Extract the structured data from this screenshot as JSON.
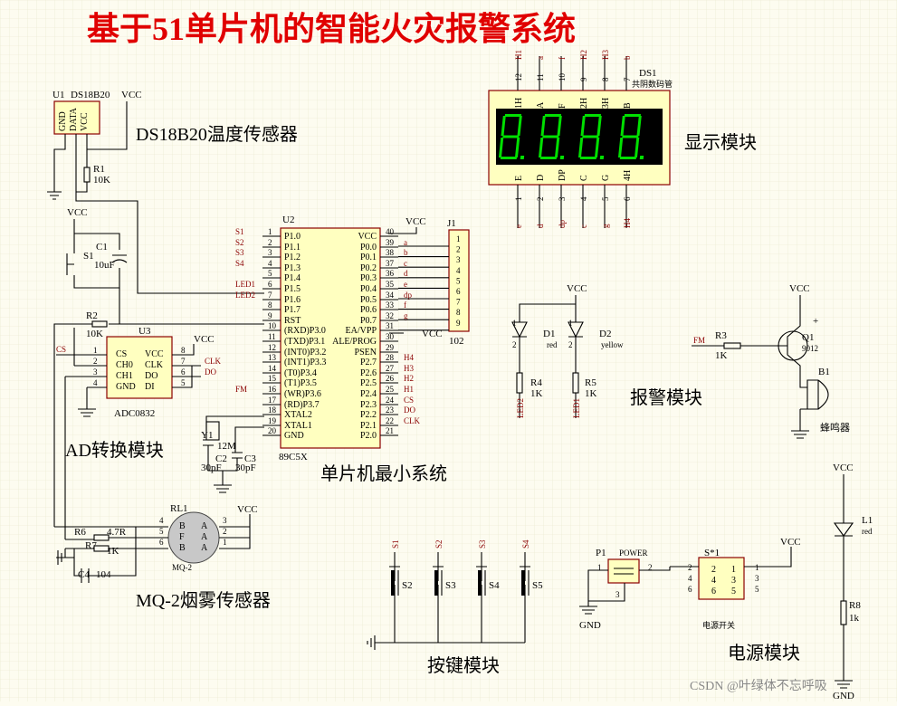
{
  "title": "基于51单片机的智能火灾报警系统",
  "modules": {
    "temp": "DS18B20温度传感器",
    "display": "显示模块",
    "ad": "AD转换模块",
    "mcu": "单片机最小系统",
    "alarm": "报警模块",
    "smoke": "MQ-2烟雾传感器",
    "keys": "按键模块",
    "power": "电源模块"
  },
  "u1": {
    "ref": "U1",
    "part": "DS18B20",
    "pins": [
      "GND",
      "DATA",
      "VCC"
    ]
  },
  "r1": {
    "ref": "R1",
    "value": "10K"
  },
  "s1": {
    "ref": "S1"
  },
  "c1": {
    "ref": "C1",
    "value": "10uF"
  },
  "r2": {
    "ref": "R2",
    "value": "10K"
  },
  "u3": {
    "ref": "U3",
    "part": "ADC0832",
    "left_pins": [
      "CS",
      "CH0",
      "CH1",
      "GND"
    ],
    "left_nums": [
      "1",
      "2",
      "3",
      "4"
    ],
    "right_pins": [
      "VCC",
      "CLK",
      "DO",
      "DI"
    ],
    "right_nums": [
      "8",
      "7",
      "6",
      "5"
    ],
    "nets": {
      "cs": "CS",
      "clk": "CLK",
      "do": "DO"
    }
  },
  "y1": {
    "ref": "Y1",
    "value": "12M"
  },
  "c2": {
    "ref": "C2",
    "value": "30pF"
  },
  "c3": {
    "ref": "C3",
    "value": "30pF"
  },
  "u2": {
    "ref": "U2",
    "part": "89C5X",
    "left_pins": [
      "P1.0",
      "P1.1",
      "P1.2",
      "P1.3",
      "P1.4",
      "P1.5",
      "P1.6",
      "P1.7",
      "RST",
      "(RXD)P3.0",
      "(TXD)P3.1",
      "(INT0)P3.2",
      "(INT1)P3.3",
      "(T0)P3.4",
      "(T1)P3.5",
      "(WR)P3.6",
      "(RD)P3.7",
      "XTAL2",
      "XTAL1",
      "GND"
    ],
    "left_nums": [
      "1",
      "2",
      "3",
      "4",
      "5",
      "6",
      "7",
      "8",
      "9",
      "10",
      "11",
      "12",
      "13",
      "14",
      "15",
      "16",
      "17",
      "18",
      "19",
      "20"
    ],
    "right_pins": [
      "VCC",
      "P0.0",
      "P0.1",
      "P0.2",
      "P0.3",
      "P0.4",
      "P0.5",
      "P0.6",
      "P0.7",
      "EA/VPP",
      "ALE/PROG",
      "PSEN",
      "P2.7",
      "P2.6",
      "P2.5",
      "P2.4",
      "P2.3",
      "P2.2",
      "P2.1",
      "P2.0"
    ],
    "right_nums": [
      "40",
      "39",
      "38",
      "37",
      "36",
      "35",
      "34",
      "33",
      "32",
      "31",
      "30",
      "29",
      "28",
      "27",
      "26",
      "25",
      "24",
      "23",
      "22",
      "21"
    ],
    "left_nets": [
      "S1",
      "S2",
      "S3",
      "S4",
      "",
      "LED1",
      "LED2",
      "",
      "",
      "",
      "",
      "",
      "",
      "",
      "",
      "FM",
      "",
      "",
      "",
      ""
    ],
    "right_nets": [
      "",
      "a",
      "b",
      "c",
      "d",
      "e",
      "dp",
      "f",
      "g",
      "",
      "",
      "",
      "H4",
      "H3",
      "H2",
      "H1",
      "CS",
      "DO",
      "CLK",
      ""
    ]
  },
  "j1": {
    "ref": "J1",
    "value": "102",
    "pins": [
      "1",
      "2",
      "3",
      "4",
      "5",
      "6",
      "7",
      "8",
      "9"
    ]
  },
  "ds1": {
    "ref": "DS1",
    "desc": "共阴数码管",
    "top_nums": [
      "12",
      "11",
      "10",
      "9",
      "8",
      "7"
    ],
    "top_nets": [
      "H1",
      "a",
      "f",
      "H2",
      "H3",
      "b"
    ],
    "top_labels": [
      "1H",
      "A",
      "F",
      "2H",
      "3H",
      "B"
    ],
    "bottom_labels": [
      "E",
      "D",
      "DP",
      "C",
      "G",
      "4H"
    ],
    "bottom_nums": [
      "1",
      "2",
      "3",
      "4",
      "5",
      "6"
    ],
    "bottom_nets": [
      "e",
      "d",
      "dp",
      "c",
      "g",
      "H4"
    ],
    "digits": "8.8.8.8."
  },
  "d1": {
    "ref": "D1",
    "color": "red",
    "pins": [
      "1",
      "2"
    ]
  },
  "d2": {
    "ref": "D2",
    "color": "yellow",
    "pins": [
      "1",
      "2"
    ]
  },
  "r4": {
    "ref": "R4",
    "value": "1K",
    "net": "LED2"
  },
  "r5": {
    "ref": "R5",
    "value": "1K",
    "net": "LED1"
  },
  "r3": {
    "ref": "R3",
    "value": "1K",
    "net": "FM"
  },
  "q1": {
    "ref": "Q1",
    "part": "9012",
    "plus": "+"
  },
  "b1": {
    "ref": "B1",
    "part": "蜂鸣器"
  },
  "rl1": {
    "ref": "RL1",
    "part": "MQ-2",
    "pins_left": [
      "B",
      "F",
      "B"
    ],
    "pins_right": [
      "A",
      "A",
      "A"
    ],
    "nums_left": [
      "4",
      "5",
      "6"
    ],
    "nums_right": [
      "3",
      "2",
      "1"
    ]
  },
  "r6": {
    "ref": "R6",
    "value": "4.7R"
  },
  "r7": {
    "ref": "R7",
    "value": "1K"
  },
  "c4": {
    "ref": "C4",
    "value": "104"
  },
  "keys": [
    {
      "ref": "S2",
      "net": "S1"
    },
    {
      "ref": "S3",
      "net": "S2"
    },
    {
      "ref": "S4",
      "net": "S3"
    },
    {
      "ref": "S5",
      "net": "S4"
    }
  ],
  "p1": {
    "ref": "P1",
    "part": "POWER",
    "pins": [
      "1",
      "2",
      "3"
    ]
  },
  "sw": {
    "ref": "S*1",
    "desc": "电源开关",
    "left": [
      "2",
      "4",
      "6"
    ],
    "right": [
      "1",
      "3",
      "5"
    ]
  },
  "l1": {
    "ref": "L1",
    "color": "red"
  },
  "r8": {
    "ref": "R8",
    "value": "1k"
  },
  "power_labels": {
    "vcc": "VCC",
    "gnd": "GND"
  },
  "watermark": "CSDN @叶绿体不忘呼吸",
  "colors": {
    "title": "#e00000",
    "wire": "#000000",
    "chip_fill": "#ffffc0",
    "chip_border": "#8b0000",
    "segment_on": "#00e000",
    "segment_bg": "#000000"
  }
}
